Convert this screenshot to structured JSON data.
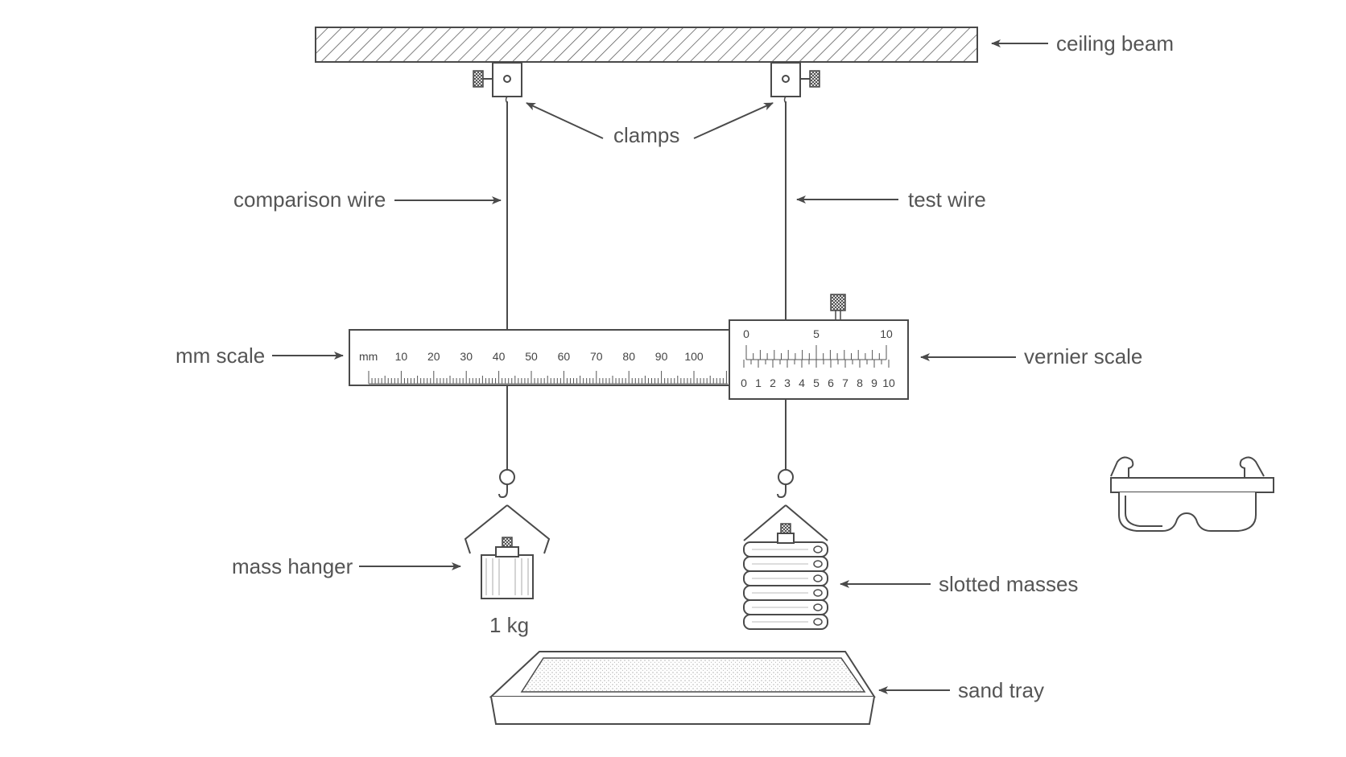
{
  "labels": {
    "ceiling_beam": "ceiling beam",
    "clamps": "clamps",
    "comparison_wire": "comparison wire",
    "test_wire": "test wire",
    "mm_scale": "mm scale",
    "vernier_scale": "vernier scale",
    "mass_hanger": "mass hanger",
    "slotted_masses": "slotted masses",
    "sand_tray": "sand tray",
    "mass_value": "1 kg"
  },
  "mm_scale": {
    "unit": "mm",
    "ticks": [
      "10",
      "20",
      "30",
      "40",
      "50",
      "60",
      "70",
      "80",
      "90",
      "100"
    ]
  },
  "vernier_scale": {
    "top_ticks": [
      "0",
      "5",
      "10"
    ],
    "bottom_ticks": [
      "0",
      "1",
      "2",
      "3",
      "4",
      "5",
      "6",
      "7",
      "8",
      "9",
      "10"
    ]
  },
  "icons": {
    "goggles": "safety-goggles-icon"
  },
  "colors": {
    "line": "#4a4a4a",
    "text": "#555555"
  }
}
